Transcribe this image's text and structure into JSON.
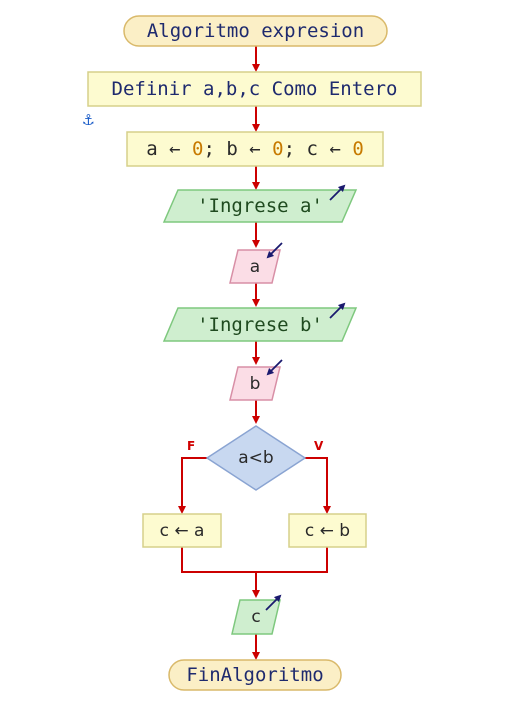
{
  "flowchart": {
    "start_label": "Algoritmo expresion",
    "define_label": "Definir a,b,c Como Entero",
    "assign_init": {
      "a": "a",
      "b": "b",
      "c": "c",
      "arrow": "←",
      "zero": "0",
      "sep": ";"
    },
    "output_a_label": "'Ingrese a'",
    "input_a_label": "a",
    "output_b_label": "'Ingrese b'",
    "input_b_label": "b",
    "decision_label": "a<b",
    "false_tag": "F",
    "true_tag": "V",
    "assign_false_label": "c ← a",
    "assign_true_label": "c ← b",
    "output_c_label": "c",
    "end_label": "FinAlgoritmo",
    "anchor_icon": "anchor-icon",
    "colors": {
      "flow_line": "#cc0000",
      "start_fill": "#fbefc6",
      "process_fill": "#fdfbd0",
      "process_border": "#d6d08a",
      "output_fill": "#cfeecf",
      "output_border": "#7ec87e",
      "input_fill": "#fbdde6",
      "input_border": "#d88fa6",
      "decision_fill": "#c8d8f0",
      "decision_border": "#8aa4d2",
      "io_arrow": "#1a1a6e"
    }
  }
}
